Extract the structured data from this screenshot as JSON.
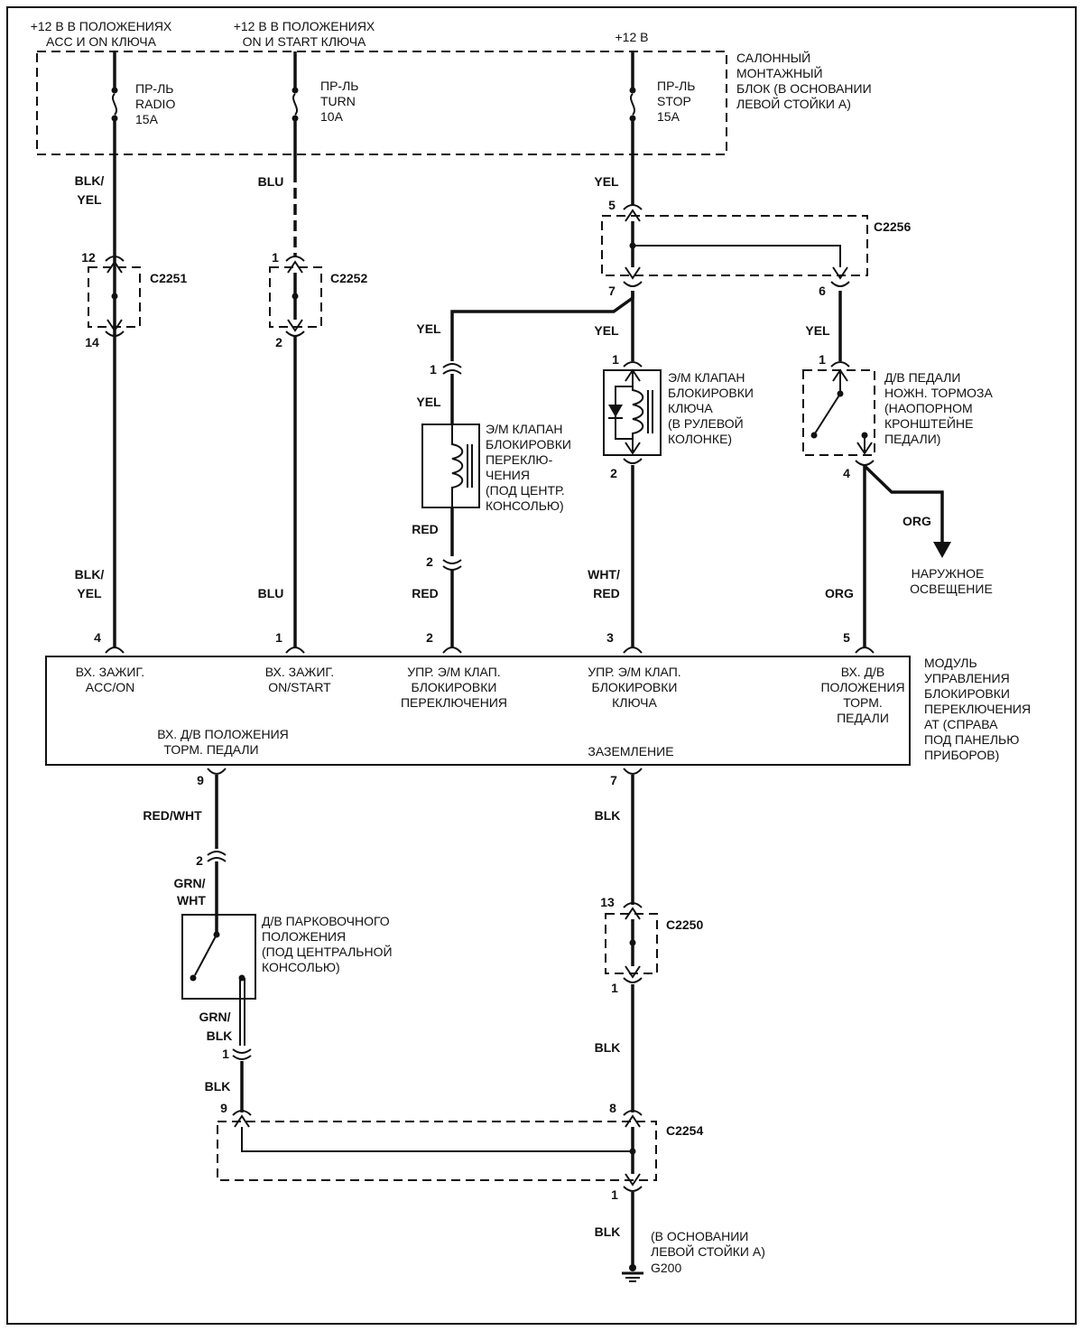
{
  "power": {
    "acc_on": [
      "+12 В В ПОЛОЖЕНИЯХ",
      "ACC И  ON КЛЮЧА"
    ],
    "on_start": [
      "+12 В В ПОЛОЖЕНИЯХ",
      "ON И START КЛЮЧА"
    ],
    "plus12": "+12 В"
  },
  "fuse_box": {
    "label": [
      "САЛОННЫЙ",
      "МОНТАЖНЫЙ",
      "БЛОК (В ОСНОВАНИИ",
      "ЛЕВОЙ СТОЙКИ  А)"
    ],
    "fuses": [
      {
        "lines": [
          "ПР-ЛЬ",
          "RADIO",
          "15А"
        ]
      },
      {
        "lines": [
          "ПР-ЛЬ",
          "TURN",
          "10А"
        ]
      },
      {
        "lines": [
          "ПР-ЛЬ",
          "STOP",
          "15А"
        ]
      }
    ]
  },
  "wires": {
    "blk_yel": [
      "BLK/",
      "YEL"
    ],
    "blu": "BLU",
    "yel": "YEL",
    "red": "RED",
    "wht_red": [
      "WHT/",
      "RED"
    ],
    "org": "ORG",
    "red_wht": "RED/WHT",
    "grn_wht": [
      "GRN/",
      "WHT"
    ],
    "grn_blk": [
      "GRN/",
      "BLK"
    ],
    "blk": "BLK"
  },
  "connectors": {
    "c2251": {
      "name": "C2251",
      "top_pin": "12",
      "bottom_pin": "14"
    },
    "c2252": {
      "name": "C2252",
      "top_pin": "1",
      "bottom_pin": "2"
    },
    "c2256": {
      "name": "C2256",
      "pin_in": "5",
      "pin_out_left": "7",
      "pin_out_right": "6"
    },
    "c2250": {
      "name": "C2250",
      "top_pin": "13",
      "bottom_pin": "1"
    },
    "c2254": {
      "name": "C2254",
      "pin_left": "9",
      "pin_right": "8",
      "pin_out": "1"
    }
  },
  "components": {
    "shift_solenoid": {
      "label": [
        "Э/М КЛАПАН",
        "БЛОКИРОВКИ",
        "ПЕРЕКЛЮ-",
        "ЧЕНИЯ",
        "(ПОД ЦЕНТР.",
        "КОНСОЛЬЮ)"
      ],
      "pin_top": "1",
      "pin_bottom": "2"
    },
    "key_solenoid": {
      "label": [
        "Э/М КЛАПАН",
        "БЛОКИРОВКИ",
        "КЛЮЧА",
        "(В РУЛЕВОЙ",
        "КОЛОНКЕ)"
      ],
      "pin_top": "1",
      "pin_bottom": "2"
    },
    "brake_switch": {
      "label": [
        "Д/В ПЕДАЛИ",
        "НОЖН. ТОРМОЗА",
        "(НАОПОРНОМ",
        "КРОНШТЕЙНЕ",
        "ПЕДАЛИ)"
      ],
      "pin_top": "1",
      "pin_bottom": "4"
    },
    "exterior_lighting": [
      "НАРУЖНОЕ",
      "ОСВЕЩЕНИЕ"
    ],
    "park_switch": {
      "label": [
        "Д/В ПАРКОВОЧНОГО",
        "ПОЛОЖЕНИЯ",
        "(ПОД ЦЕНТРАЛЬНОЙ",
        "КОНСОЛЬЮ)"
      ],
      "pin_top": "2",
      "pin_bottom": "1"
    }
  },
  "module": {
    "label": [
      "МОДУЛЬ",
      "УПРАВЛЕНИЯ",
      "БЛОКИРОВКИ",
      "ПЕРЕКЛЮЧЕНИЯ",
      " АТ (СПРАВА",
      "ПОД ПАНЕЛЬЮ",
      "ПРИБОРОВ)"
    ],
    "pins_top": [
      {
        "pin": "4",
        "lines": [
          "ВХ. ЗАЖИГ.",
          "ACC/ON"
        ]
      },
      {
        "pin": "1",
        "lines": [
          "ВХ. ЗАЖИГ.",
          "ON/START"
        ]
      },
      {
        "pin": "2",
        "lines": [
          "УПР. Э/М КЛАП.",
          "БЛОКИРОВКИ",
          "ПЕРЕКЛЮЧЕНИЯ"
        ]
      },
      {
        "pin": "3",
        "lines": [
          "УПР. Э/М КЛАП.",
          "БЛОКИРОВКИ",
          "КЛЮЧА"
        ]
      },
      {
        "pin": "5",
        "lines": [
          "ВХ. Д/В",
          "ПОЛОЖЕНИЯ",
          "ТОРМ.",
          "ПЕДАЛИ"
        ]
      }
    ],
    "pins_bottom": [
      {
        "pin": "9",
        "lines": [
          "ВХ. Д/В ПОЛОЖЕНИЯ",
          "ТОРМ. ПЕДАЛИ"
        ]
      },
      {
        "pin": "7",
        "lines": [
          "ЗАЗЕМЛЕНИЕ"
        ]
      }
    ]
  },
  "ground": {
    "label": [
      "(В ОСНОВАНИИ",
      "ЛЕВОЙ СТОЙКИ  А)"
    ],
    "name": "G200"
  }
}
